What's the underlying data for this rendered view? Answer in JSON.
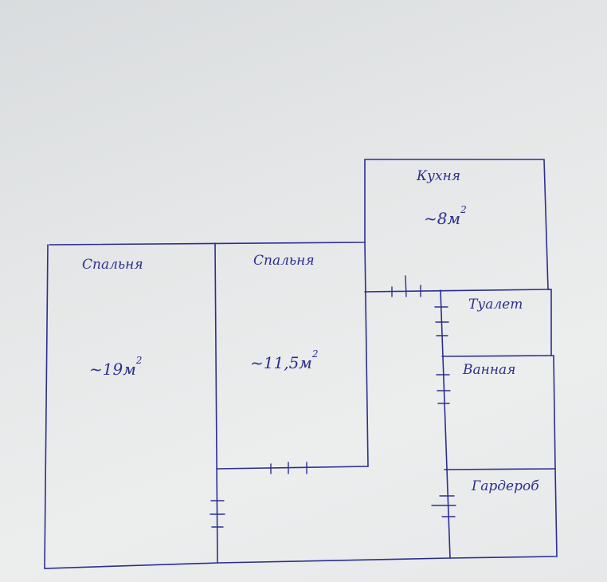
{
  "rooms": [
    {
      "id": "bedroom-large",
      "name": "Спальня",
      "area": "~19м",
      "unit_power": "2"
    },
    {
      "id": "bedroom-small",
      "name": "Спальня",
      "area": "~11,5м",
      "unit_power": "2"
    },
    {
      "id": "kitchen",
      "name": "Кухня",
      "area": "~8м",
      "unit_power": "2"
    },
    {
      "id": "toilet",
      "name": "Туалет"
    },
    {
      "id": "bathroom",
      "name": "Ванная"
    },
    {
      "id": "wardrobe",
      "name": "Гардероб"
    }
  ],
  "colors": {
    "ink": "#2c2f8f",
    "paper": "#e6e8e9"
  }
}
